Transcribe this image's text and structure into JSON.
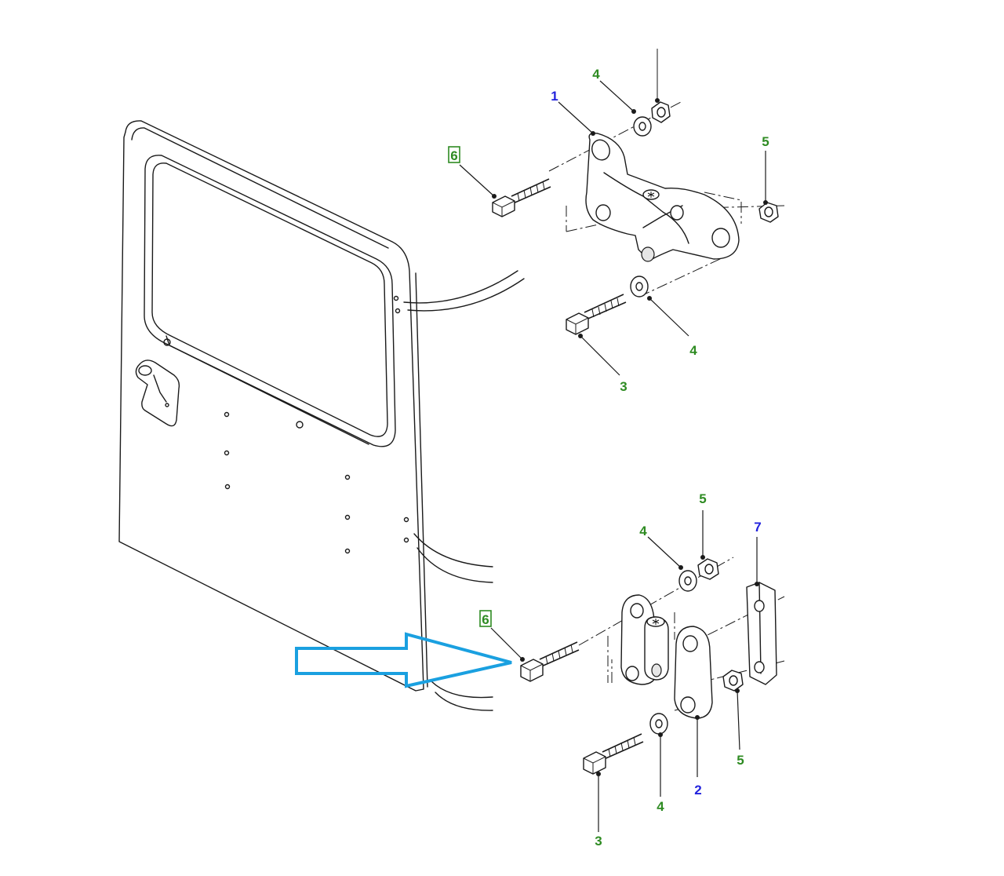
{
  "colors": {
    "callout_green": "#2e8b22",
    "callout_blue": "#2222dd",
    "arrow_blue": "#1aa0e0",
    "line": "#1a1a1a"
  },
  "callouts": {
    "upper_hinge": "1",
    "upper_washer_top": "4",
    "upper_nut": "5",
    "upper_bolt": "6",
    "upper_lower_washer": "4",
    "upper_lower_bolt": "3",
    "lower_washer_top": "4",
    "lower_nut_top": "5",
    "lower_plate": "7",
    "lower_bolt": "6",
    "lower_nut_bottom": "5",
    "lower_washer_bottom": "4",
    "lower_hinge": "2",
    "lower_bottom_bolt": "3"
  },
  "icons": {
    "pointer": "arrow-right-icon"
  }
}
